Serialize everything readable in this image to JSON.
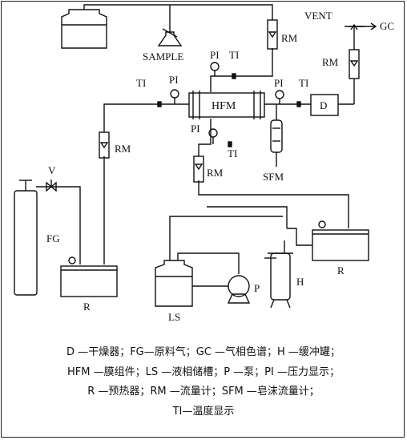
{
  "diagram": {
    "labels": {
      "sample": "SAMPLE",
      "vent": "VENT",
      "gc": "GC",
      "hfm": "HFM",
      "d": "D",
      "sfm": "SFM",
      "fg": "FG",
      "v": "V",
      "ls": "LS",
      "p": "P",
      "h": "H",
      "r": "R",
      "rm": "RM",
      "pi": "PI",
      "ti": "TI"
    },
    "legend": [
      "D —干燥器；FG—原料气；GC —气相色谱；H —缓冲罐；",
      "HFM —膜组件；LS —液相储槽；P —泵；PI —压力显示；",
      "R —预热器；RM —流量计；SFM —皂沫流量计；",
      "TI—温度显示"
    ]
  }
}
